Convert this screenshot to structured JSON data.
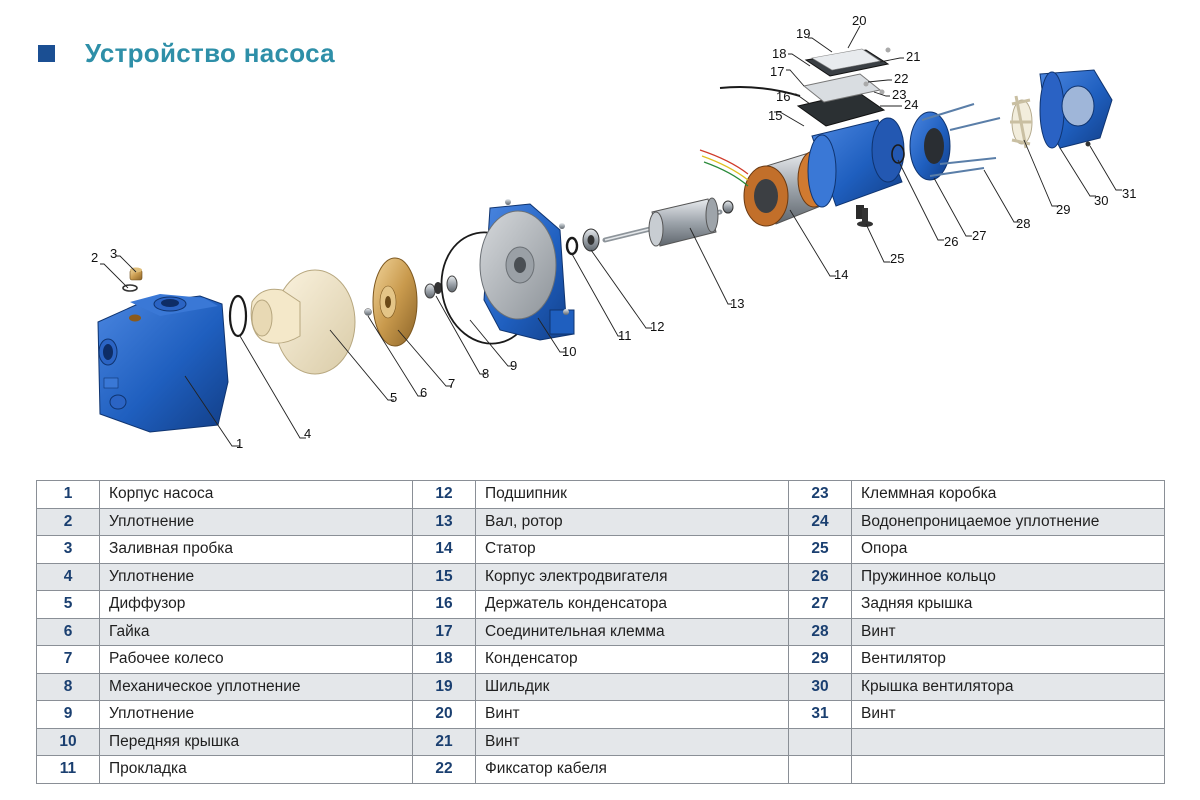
{
  "title": "Устройство насоса",
  "colors": {
    "accent": "#2e8fa8",
    "square": "#1b4f93",
    "part_blue": "#1f5fbf",
    "table_alt": "#e4e7ea"
  },
  "callouts": [
    "1",
    "2",
    "3",
    "4",
    "5",
    "6",
    "7",
    "8",
    "9",
    "10",
    "11",
    "12",
    "13",
    "14",
    "15",
    "16",
    "17",
    "18",
    "19",
    "20",
    "21",
    "22",
    "23",
    "24",
    "25",
    "26",
    "27",
    "28",
    "29",
    "30",
    "31"
  ],
  "parts": [
    {
      "num": "1",
      "name": "Корпус насоса"
    },
    {
      "num": "2",
      "name": "Уплотнение"
    },
    {
      "num": "3",
      "name": "Заливная пробка"
    },
    {
      "num": "4",
      "name": "Уплотнение"
    },
    {
      "num": "5",
      "name": "Диффузор"
    },
    {
      "num": "6",
      "name": "Гайка"
    },
    {
      "num": "7",
      "name": "Рабочее колесо"
    },
    {
      "num": "8",
      "name": "Механическое уплотнение"
    },
    {
      "num": "9",
      "name": "Уплотнение"
    },
    {
      "num": "10",
      "name": "Передняя крышка"
    },
    {
      "num": "11",
      "name": "Прокладка"
    },
    {
      "num": "12",
      "name": "Подшипник"
    },
    {
      "num": "13",
      "name": "Вал, ротор"
    },
    {
      "num": "14",
      "name": "Статор"
    },
    {
      "num": "15",
      "name": "Корпус электродвигателя"
    },
    {
      "num": "16",
      "name": "Держатель конденсатора"
    },
    {
      "num": "17",
      "name": "Соединительная клемма"
    },
    {
      "num": "18",
      "name": "Конденсатор"
    },
    {
      "num": "19",
      "name": "Шильдик"
    },
    {
      "num": "20",
      "name": "Винт"
    },
    {
      "num": "21",
      "name": "Винт"
    },
    {
      "num": "22",
      "name": "Фиксатор кабеля"
    },
    {
      "num": "23",
      "name": "Клеммная коробка"
    },
    {
      "num": "24",
      "name": "Водонепроницаемое уплотнение"
    },
    {
      "num": "25",
      "name": "Опора"
    },
    {
      "num": "26",
      "name": "Пружинное кольцо"
    },
    {
      "num": "27",
      "name": "Задняя крышка"
    },
    {
      "num": "28",
      "name": "Винт"
    },
    {
      "num": "29",
      "name": "Вентилятор"
    },
    {
      "num": "30",
      "name": "Крышка вентилятора"
    },
    {
      "num": "31",
      "name": "Винт"
    }
  ]
}
